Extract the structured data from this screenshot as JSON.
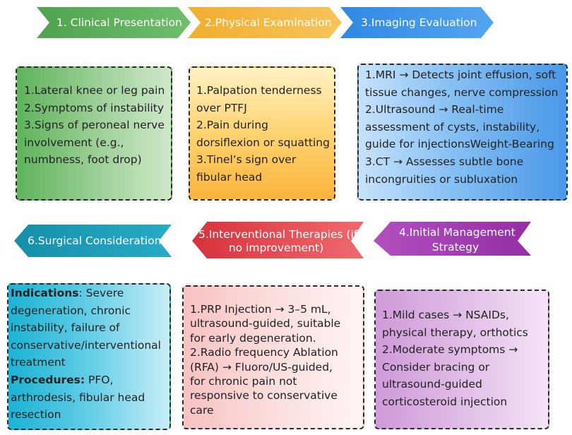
{
  "steps": {
    "s1": {
      "label": "1. Clinical Presentation",
      "color": "#5cae5a"
    },
    "s2": {
      "label": "2.Physical Examination",
      "color": "#f4b640"
    },
    "s3": {
      "label": "3.Imaging Evaluation",
      "color": "#3c95ea"
    },
    "s4": {
      "label_l1": "4.Initial Management",
      "label_l2": "Strategy",
      "color": "#a43fb3"
    },
    "s5": {
      "label_l1": "5.Interventional Therapies (if",
      "label_l2": "no improvement)",
      "color": "#e0454b"
    },
    "s6": {
      "label": "6.Surgical Consideration",
      "color": "#1a9bb5"
    }
  },
  "boxes": {
    "clinical": [
      "1.Lateral knee or leg pain",
      "2.Symptoms of instability",
      "3.Signs of peroneal nerve",
      "involvement (e.g.,",
      "numbness, foot drop)"
    ],
    "physical": [
      "1.Palpation tenderness",
      "over PTFJ",
      "2.Pain during",
      "dorsiflexion or squatting",
      "3.Tinel’s sign over",
      "fibular head"
    ],
    "imaging": [
      "1.MRI → Detects joint effusion, soft",
      "tissue changes, nerve compression",
      "2.Ultrasound → Real-time",
      "assessment of cysts, instability,",
      "guide for injectionsWeight-Bearing",
      "3.CT → Assesses subtle bone",
      "incongruities or subluxation"
    ],
    "initial": [
      "1.Mild cases → NSAIDs,",
      "physical therapy, orthotics",
      "2.Moderate symptoms →",
      "Consider bracing or",
      "ultrasound-guided",
      "corticosteroid injection"
    ],
    "interventional": [
      "1.PRP Injection → 3–5 mL,",
      "ultrasound-guided, suitable",
      "for early degeneration.",
      "2.Radio frequency Ablation",
      "(RFA) → Fluoro/US-guided,",
      "for chronic pain not",
      "responsive to conservative",
      "care"
    ],
    "surgical": {
      "indications_label": "Indications",
      "indications_sep": ":",
      "indications_lines": [
        " Severe",
        "degeneration, chronic",
        "instability, failure of",
        "conservative/interventional",
        "treatment"
      ],
      "procedures_label": "Procedures:",
      "procedures_lines": [
        " PFO,",
        "arthrodesis, fibular head",
        "resection"
      ]
    }
  }
}
